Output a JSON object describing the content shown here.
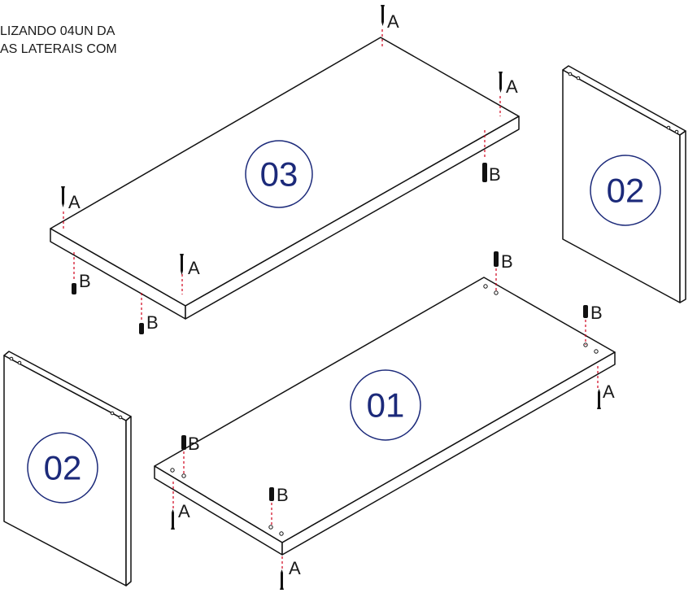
{
  "instructions": {
    "line1": "LIZANDO 04UN DA",
    "line2": "AS LATERAIS COM"
  },
  "parts": [
    {
      "id": "p01",
      "number": "01"
    },
    {
      "id": "p02_right",
      "number": "02"
    },
    {
      "id": "p02_left",
      "number": "02"
    },
    {
      "id": "p03",
      "number": "03"
    }
  ],
  "hardware": {
    "screw_label": "A",
    "dowel_label": "B"
  },
  "colors": {
    "outline": "#111111",
    "part_number": "#1c2a7a",
    "guide_line": "#d0021b"
  }
}
